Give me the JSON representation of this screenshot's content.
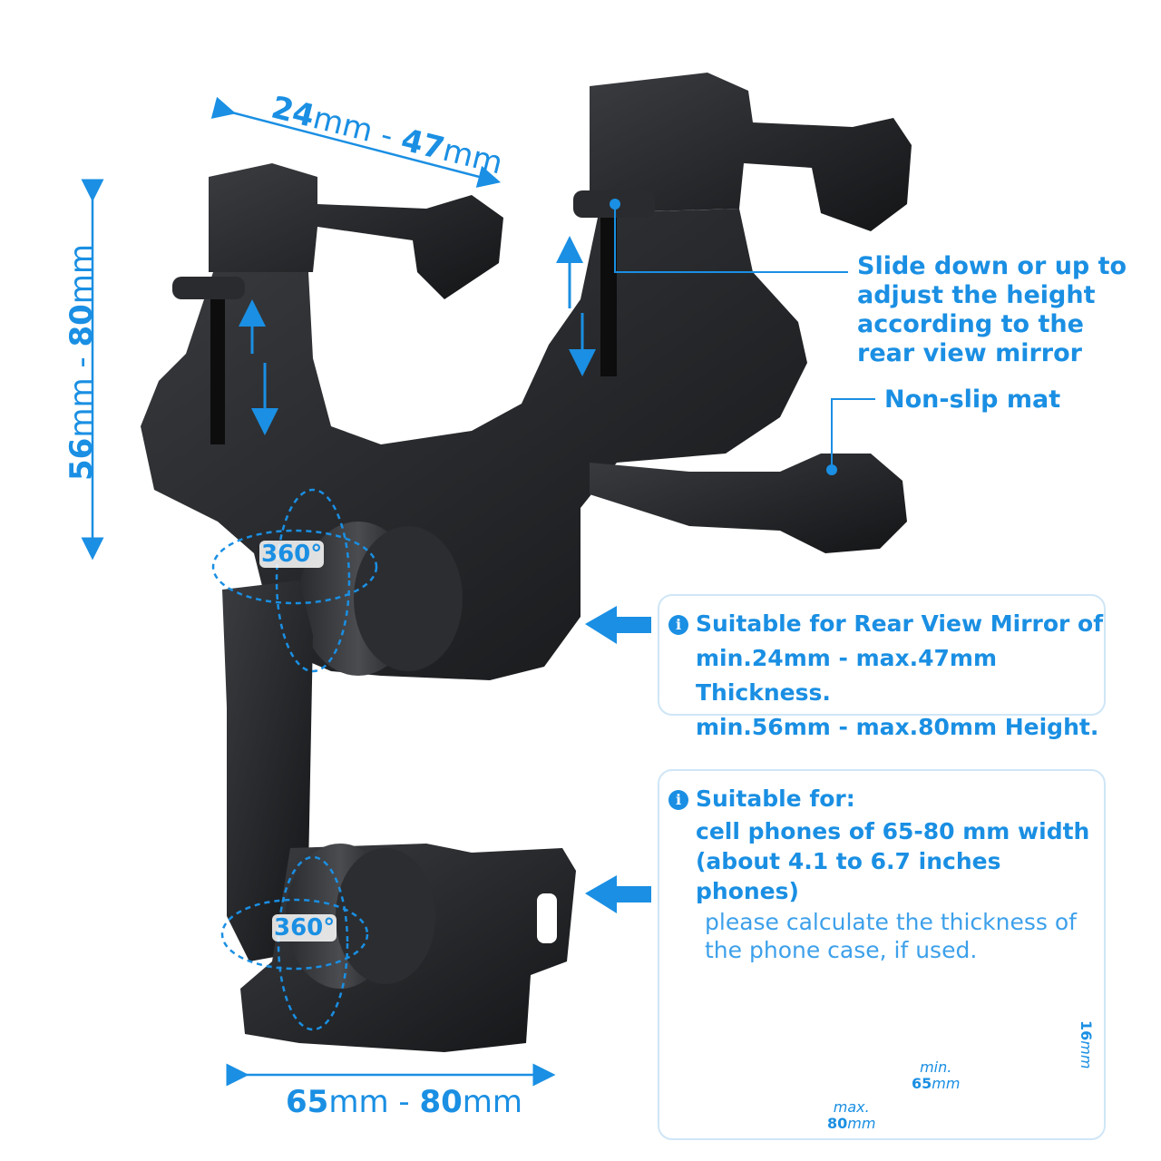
{
  "dimensions": {
    "thickness": {
      "min": "24",
      "max": "47",
      "unit": "mm",
      "sep": " - "
    },
    "height": {
      "min": "56",
      "max": "80",
      "unit": "mm",
      "sep": " - "
    },
    "width": {
      "min": "65",
      "max": "80",
      "unit": "mm",
      "sep": " - "
    }
  },
  "rotation_labels": [
    "360°",
    "360°"
  ],
  "callouts": {
    "slide_lines": [
      "Slide down or up to",
      "adjust the height",
      "according to the",
      "rear view mirror"
    ],
    "non_slip": "Non-slip mat"
  },
  "mirror_box": {
    "line1": "Suitable for Rear View Mirror of",
    "line2": "min.24mm - max.47mm Thickness.",
    "line3": "min.56mm - max.80mm Height."
  },
  "phone_box": {
    "line1": "Suitable for:",
    "line2": "cell phones of 65-80 mm width",
    "line3": "(about 4.1 to 6.7 inches phones)",
    "note1": "please calculate the thickness of",
    "note2": "the phone case, if used."
  },
  "clamp_dims": {
    "min_label": "min.",
    "min_value": "65",
    "min_unit": "mm",
    "max_label": "max.",
    "max_value": "80",
    "max_unit": "mm",
    "depth_value": "16",
    "depth_unit": "mm"
  },
  "colors": {
    "accent": "#1a8fe3",
    "product": "#1e1f22",
    "box_border": "#cfe6f7"
  }
}
